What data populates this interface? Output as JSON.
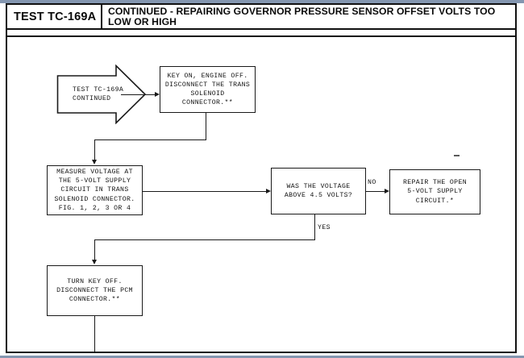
{
  "header": {
    "test_code": "TEST TC-169A",
    "title": "CONTINUED - REPAIRING GOVERNOR PRESSURE SENSOR OFFSET VOLTS TOO LOW OR HIGH"
  },
  "flowchart": {
    "nodes": [
      {
        "id": "start",
        "shape": "pentagon-arrow",
        "text": "TEST TC-169A\nCONTINUED"
      },
      {
        "id": "key-on",
        "shape": "rect",
        "text": "KEY ON, ENGINE OFF.\nDISCONNECT THE TRANS\nSOLENOID\nCONNECTOR.**"
      },
      {
        "id": "measure-voltage",
        "shape": "rect",
        "text": "MEASURE VOLTAGE AT\nTHE 5-VOLT SUPPLY\nCIRCUIT IN TRANS\nSOLENOID CONNECTOR.\nFIG. 1, 2, 3 OR 4"
      },
      {
        "id": "decision-voltage",
        "shape": "rect",
        "text": "WAS THE VOLTAGE\nABOVE 4.5 VOLTS?"
      },
      {
        "id": "repair-open",
        "shape": "rect",
        "text": "REPAIR THE OPEN\n5-VOLT SUPPLY\nCIRCUIT.*"
      },
      {
        "id": "turn-key-off",
        "shape": "rect",
        "text": "TURN KEY OFF.\nDISCONNECT THE PCM\nCONNECTOR.**"
      }
    ],
    "edge_labels": {
      "no": "NO",
      "yes": "YES"
    }
  },
  "colors": {
    "ink": "#1a1a1a",
    "scan_band": "#8496b0",
    "paper": "#ffffff"
  }
}
